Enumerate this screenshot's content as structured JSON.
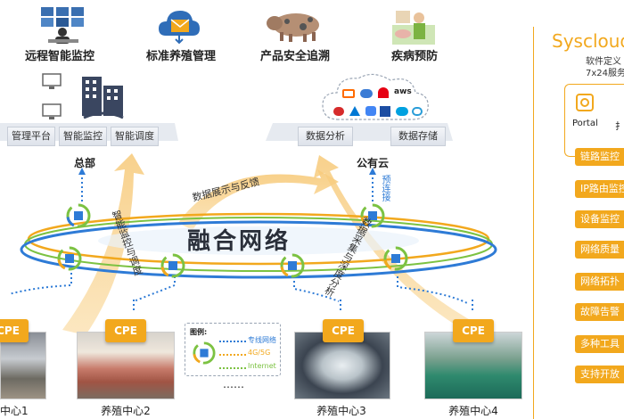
{
  "top_apps": [
    {
      "label": "远程智能监控",
      "icon": "monitor-wall-icon"
    },
    {
      "label": "标准养殖管理",
      "icon": "email-cloud-icon"
    },
    {
      "label": "产品安全追溯",
      "icon": "pig-icon"
    },
    {
      "label": "疾病预防",
      "icon": "farm-worker-icon"
    }
  ],
  "hq": {
    "buttons": [
      "管理平台",
      "智能监控",
      "智能调度"
    ],
    "label": "总部"
  },
  "cloud": {
    "buttons": [
      "数据分析",
      "数据存储"
    ],
    "label": "公有云",
    "vendor_icons": [
      "aliyun-icon",
      "tencent-cloud-icon",
      "huawei-cloud-icon",
      "aws-icon",
      "baidu-cloud-icon",
      "azure-icon",
      "google-cloud-icon",
      "ucloud-icon",
      "salesforce-icon",
      "oracle-icon"
    ]
  },
  "arrows": {
    "data_display": "数据展示与反馈",
    "smart_monitor": "智能监控与调度",
    "data_collect": "数据采集与深度分析",
    "pre_connect": "预连接"
  },
  "network_title": "融合网络",
  "sites": [
    {
      "label": "中心1",
      "cpe": "CPE"
    },
    {
      "label": "养殖中心2",
      "cpe": "CPE"
    },
    {
      "label": "养殖中心3",
      "cpe": "CPE"
    },
    {
      "label": "养殖中心4",
      "cpe": "CPE"
    }
  ],
  "legend": {
    "title": "图例:",
    "items": [
      {
        "label": "专线网络",
        "color": "#2e7bd6"
      },
      {
        "label": "4G/5G",
        "color": "#f2a81d"
      },
      {
        "label": "Internet",
        "color": "#7cc242"
      }
    ]
  },
  "ellipsis": "……",
  "side": {
    "title": "Syscloud",
    "desc1": "软件定义",
    "desc2": "7x24服务",
    "portal": "Portal",
    "portal2": "扌",
    "items": [
      "链路监控",
      "IP路由监控",
      "设备监控",
      "网络质量",
      "网络拓扑",
      "故障告警",
      "多种工具",
      "支持开放"
    ]
  },
  "colors": {
    "accent": "#f2a81d",
    "blue": "#2e7bd6",
    "green": "#7cc242"
  }
}
